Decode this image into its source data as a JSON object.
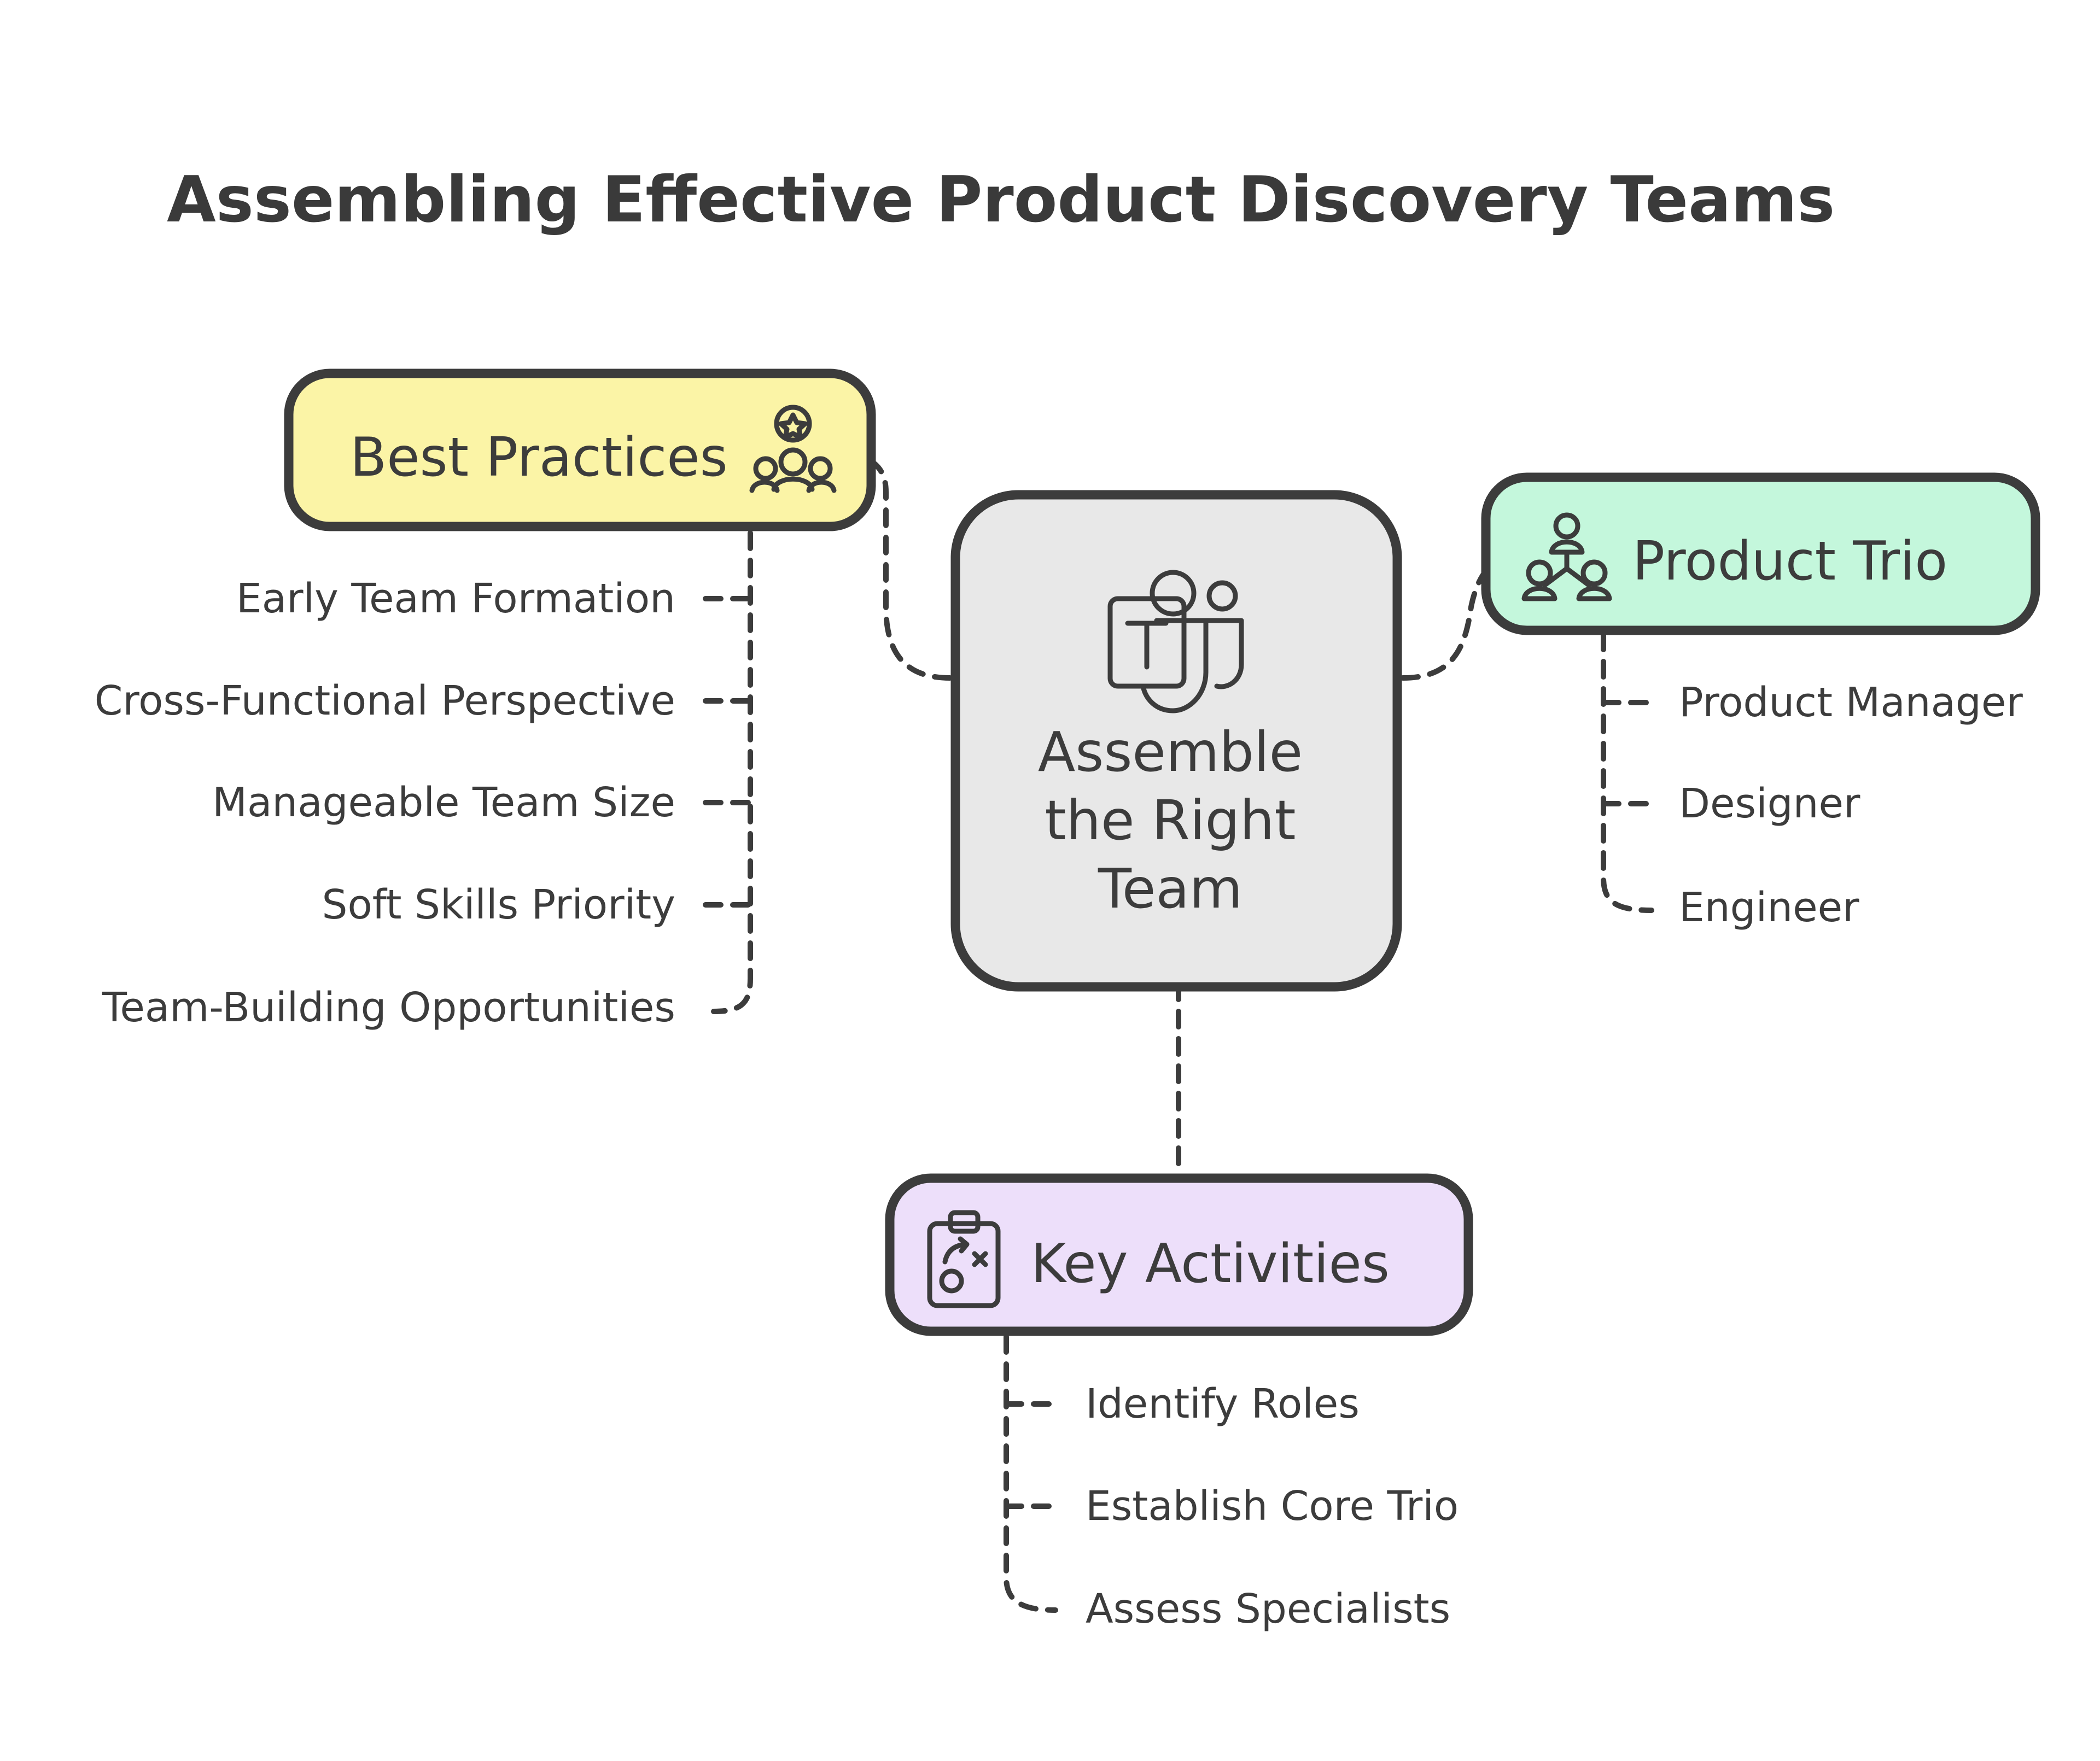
{
  "title": "Assembling Effective Product Discovery Teams",
  "center": {
    "lines": [
      "Assemble",
      "the Right",
      "Team"
    ],
    "icon": "teams-icon",
    "fill": "#e8e8e8"
  },
  "best_practices": {
    "label": "Best Practices",
    "icon": "team-group-icon",
    "fill": "#fbf4a6",
    "items": [
      "Early Team Formation",
      "Cross-Functional Perspective",
      "Manageable Team Size",
      "Soft Skills Priority",
      "Team-Building Opportunities"
    ]
  },
  "product_trio": {
    "label": "Product Trio",
    "icon": "org-hierarchy-icon",
    "fill": "#c4f7dc",
    "items": [
      "Product Manager",
      "Designer",
      "Engineer"
    ]
  },
  "key_activities": {
    "label": "Key Activities",
    "icon": "strategy-clipboard-icon",
    "fill": "#eddffa",
    "items": [
      "Identify Roles",
      "Establish Core Trio",
      "Assess Specialists"
    ]
  },
  "colors": {
    "ink": "#3c3c3c"
  }
}
